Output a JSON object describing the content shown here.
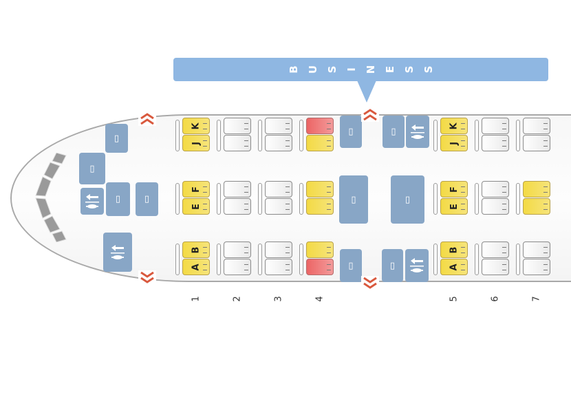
{
  "cabin": {
    "label_letters": [
      "B",
      "U",
      "S",
      "I",
      "N",
      "E",
      "S",
      "S"
    ]
  },
  "colors": {
    "banner": "#8fb7e2",
    "facility": "#88a6c6",
    "exit": "#d9593e",
    "available": "#f3da45",
    "blocked": "#ec6565"
  },
  "rows": [
    {
      "number": "1",
      "pairs": [
        {
          "seats": [
            {
              "letter": "K",
              "status": "yellow"
            },
            {
              "letter": "J",
              "status": "yellow"
            }
          ]
        },
        {
          "seats": [
            {
              "letter": "F",
              "status": "yellow"
            },
            {
              "letter": "E",
              "status": "yellow"
            }
          ]
        },
        {
          "seats": [
            {
              "letter": "B",
              "status": "yellow"
            },
            {
              "letter": "A",
              "status": "yellow"
            }
          ]
        }
      ]
    },
    {
      "number": "2",
      "pairs": [
        {
          "seats": [
            {
              "letter": "",
              "status": "white"
            },
            {
              "letter": "",
              "status": "white"
            }
          ]
        },
        {
          "seats": [
            {
              "letter": "",
              "status": "white"
            },
            {
              "letter": "",
              "status": "white"
            }
          ]
        },
        {
          "seats": [
            {
              "letter": "",
              "status": "white"
            },
            {
              "letter": "",
              "status": "white"
            }
          ]
        }
      ]
    },
    {
      "number": "3",
      "pairs": [
        {
          "seats": [
            {
              "letter": "",
              "status": "white"
            },
            {
              "letter": "",
              "status": "white"
            }
          ]
        },
        {
          "seats": [
            {
              "letter": "",
              "status": "white"
            },
            {
              "letter": "",
              "status": "white"
            }
          ]
        },
        {
          "seats": [
            {
              "letter": "",
              "status": "white"
            },
            {
              "letter": "",
              "status": "white"
            }
          ]
        }
      ]
    },
    {
      "number": "4",
      "pairs": [
        {
          "seats": [
            {
              "letter": "",
              "status": "red"
            },
            {
              "letter": "",
              "status": "yellow"
            }
          ]
        },
        {
          "seats": [
            {
              "letter": "",
              "status": "yellow"
            },
            {
              "letter": "",
              "status": "yellow"
            }
          ]
        },
        {
          "seats": [
            {
              "letter": "",
              "status": "yellow"
            },
            {
              "letter": "",
              "status": "red"
            }
          ]
        }
      ]
    },
    {
      "number": "5",
      "pairs": [
        {
          "seats": [
            {
              "letter": "K",
              "status": "yellow"
            },
            {
              "letter": "J",
              "status": "yellow"
            }
          ]
        },
        {
          "seats": [
            {
              "letter": "F",
              "status": "yellow"
            },
            {
              "letter": "E",
              "status": "yellow"
            }
          ]
        },
        {
          "seats": [
            {
              "letter": "B",
              "status": "yellow"
            },
            {
              "letter": "A",
              "status": "yellow"
            }
          ]
        }
      ]
    },
    {
      "number": "6",
      "pairs": [
        {
          "seats": [
            {
              "letter": "",
              "status": "white"
            },
            {
              "letter": "",
              "status": "white"
            }
          ]
        },
        {
          "seats": [
            {
              "letter": "",
              "status": "white"
            },
            {
              "letter": "",
              "status": "white"
            }
          ]
        },
        {
          "seats": [
            {
              "letter": "",
              "status": "white"
            },
            {
              "letter": "",
              "status": "white"
            }
          ]
        }
      ]
    },
    {
      "number": "7",
      "pairs": [
        {
          "seats": [
            {
              "letter": "",
              "status": "white"
            },
            {
              "letter": "",
              "status": "white"
            }
          ]
        },
        {
          "seats": [
            {
              "letter": "",
              "status": "yellow"
            },
            {
              "letter": "",
              "status": "yellow"
            }
          ]
        },
        {
          "seats": [
            {
              "letter": "",
              "status": "white"
            },
            {
              "letter": "",
              "status": "white"
            }
          ]
        }
      ]
    }
  ],
  "icons": {
    "galley": "galley-icon",
    "lavatory": "lavatory-icon",
    "exit": "exit-chevron-icon"
  }
}
